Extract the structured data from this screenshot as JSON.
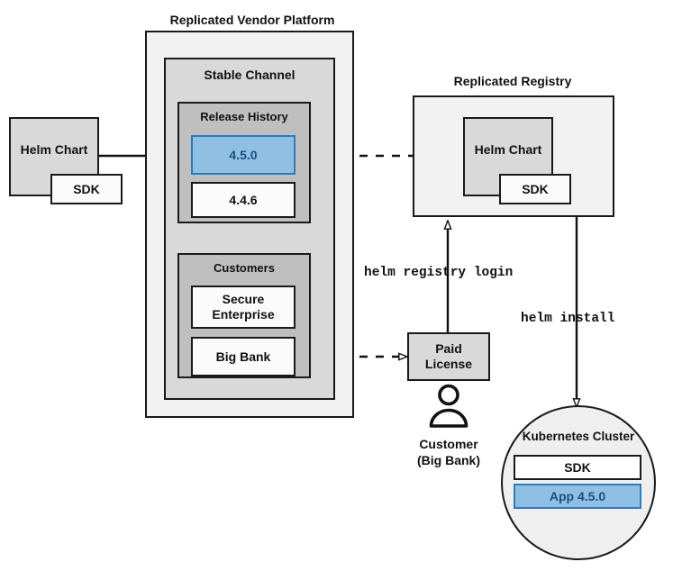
{
  "diagram": {
    "title_vendor_platform": "Replicated Vendor Platform",
    "title_registry": "Replicated Registry",
    "labels": {
      "stable_channel": "Stable Channel",
      "release_history": "Release History",
      "customers": "Customers",
      "helm_chart": "Helm Chart",
      "sdk": "SDK",
      "release_current": "4.5.0",
      "release_previous": "4.4.6",
      "customer_secure_enterprise": "Secure\nEnterprise",
      "customer_big_bank": "Big Bank",
      "paid_license": "Paid\nLicense",
      "customer_caption": "Customer\n(Big Bank)",
      "kubernetes_cluster": "Kubernetes Cluster",
      "cluster_sdk": "SDK",
      "cluster_app": "App 4.5.0"
    },
    "commands": {
      "helm_registry_login": "helm registry login",
      "helm_install": "helm install"
    },
    "colors": {
      "accent_blue_fill": "#8fbfe3",
      "accent_blue_border": "#2f7cbd",
      "accent_blue_text": "#1c4f80",
      "stroke": "#1a1a1a",
      "gray_outer": "#f2f2f2",
      "gray_mid": "#d9d9d9",
      "gray_dark": "#bfbfbf",
      "white_box": "#fbfbfb"
    },
    "connectors": [
      {
        "name": "helm-chart-to-release",
        "from": "Helm Chart",
        "to": "4.5.0",
        "style": "solid",
        "arrow": "open"
      },
      {
        "name": "release-to-registry",
        "from": "4.5.0",
        "to": "Replicated Registry Helm Chart",
        "style": "dashed",
        "arrow": "open"
      },
      {
        "name": "bigbank-to-license",
        "from": "Big Bank",
        "to": "Paid License",
        "style": "dashed",
        "arrow": "open"
      },
      {
        "name": "license-to-registry",
        "from": "Paid License",
        "to": "Replicated Registry",
        "style": "solid",
        "arrow": "open",
        "label": "helm registry login"
      },
      {
        "name": "registry-to-cluster",
        "from": "Replicated Registry",
        "to": "Kubernetes Cluster",
        "style": "solid",
        "arrow": "open",
        "label": "helm install"
      }
    ]
  }
}
